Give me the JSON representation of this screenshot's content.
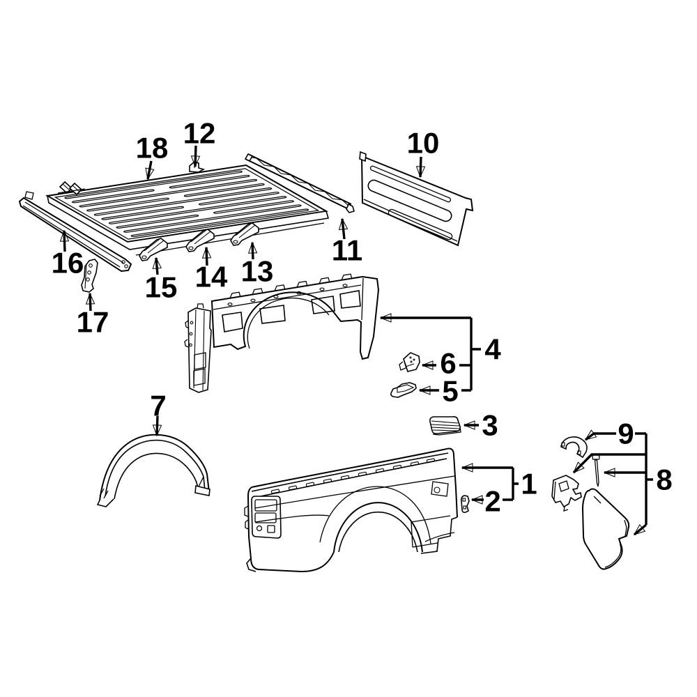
{
  "figure": {
    "type": "exploded-parts-diagram",
    "subject": "pickup-box-side-and-floor-components",
    "colors": {
      "background": "#ffffff",
      "ink": "#000000"
    },
    "callouts": [
      {
        "label": "1"
      },
      {
        "label": "2"
      },
      {
        "label": "3"
      },
      {
        "label": "4"
      },
      {
        "label": "5"
      },
      {
        "label": "6"
      },
      {
        "label": "7"
      },
      {
        "label": "8"
      },
      {
        "label": "9"
      },
      {
        "label": "10"
      },
      {
        "label": "11"
      },
      {
        "label": "12"
      },
      {
        "label": "13"
      },
      {
        "label": "14"
      },
      {
        "label": "15"
      },
      {
        "label": "16"
      },
      {
        "label": "17"
      },
      {
        "label": "18"
      }
    ]
  }
}
